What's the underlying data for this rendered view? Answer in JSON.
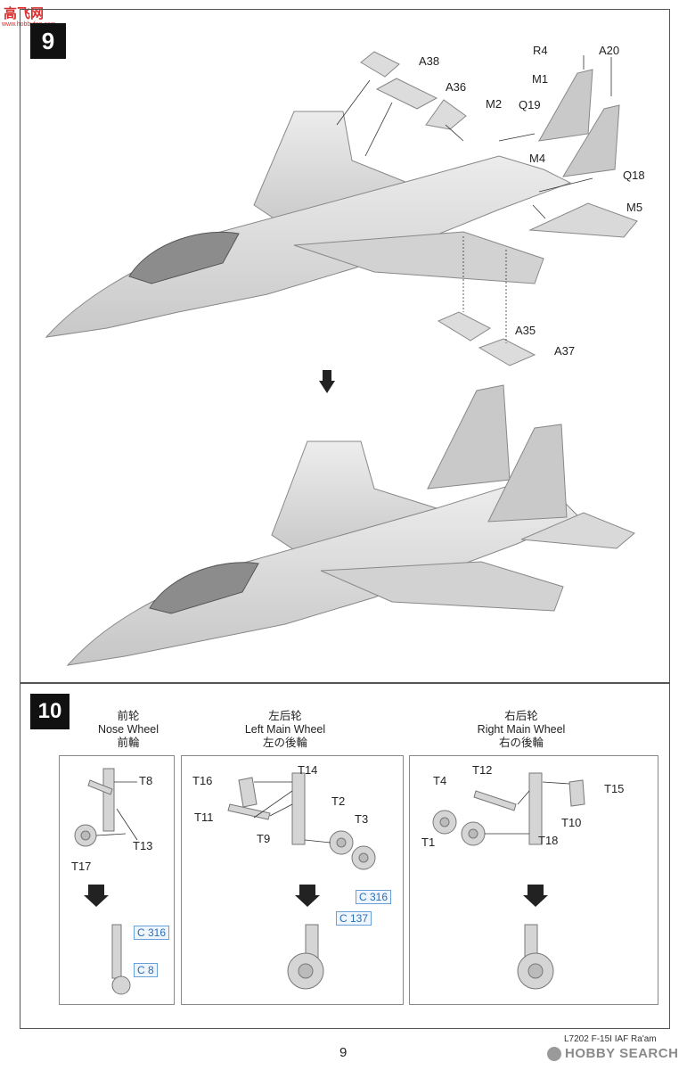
{
  "watermark_top": {
    "text": "高飞网",
    "subtext": "www.hobbyfan.com"
  },
  "step9": {
    "number": "9",
    "labels": [
      "A38",
      "A36",
      "M2",
      "R4",
      "A20",
      "M1",
      "Q19",
      "M4",
      "Q18",
      "M5",
      "A35",
      "A37"
    ]
  },
  "step10": {
    "number": "10",
    "nose": {
      "cn": "前轮",
      "en": "Nose Wheel",
      "jp": "前輪",
      "parts": [
        "T8",
        "T13",
        "T17"
      ],
      "refs": [
        "C 316",
        "C 8"
      ]
    },
    "left": {
      "cn": "左后轮",
      "en": "Left Main Wheel",
      "jp": "左の後輪",
      "parts": [
        "T14",
        "T16",
        "T11",
        "T2",
        "T3",
        "T9"
      ],
      "refs": [
        "C 316",
        "C 137"
      ]
    },
    "right": {
      "cn": "右后轮",
      "en": "Right Main Wheel",
      "jp": "右の後輪",
      "parts": [
        "T12",
        "T4",
        "T15",
        "T10",
        "T1",
        "T18"
      ]
    }
  },
  "footer": {
    "code": "L7202 F-15I IAF Ra'am",
    "page": "9",
    "watermark": "HOBBY SEARCH"
  },
  "colors": {
    "aircraft": "#d7d7d7",
    "aircraft_dark": "#9a9a9a",
    "ref_blue": "#2a6fb8"
  }
}
